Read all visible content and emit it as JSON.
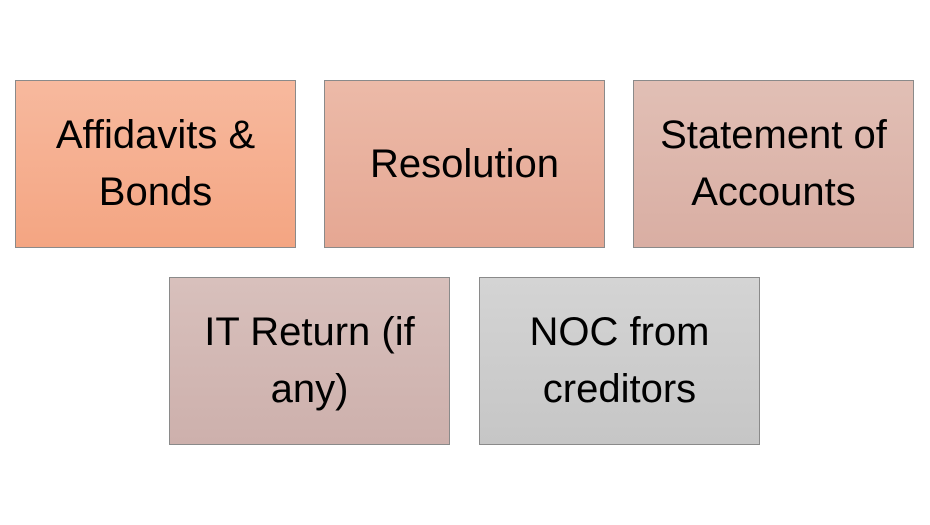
{
  "boxes": [
    {
      "label": "Affidavits & Bonds",
      "color_top": "#f7b99e",
      "color_bottom": "#f4a582"
    },
    {
      "label": "Resolution",
      "color_top": "#ecbaa8",
      "color_bottom": "#e5a793"
    },
    {
      "label": "Statement of Accounts",
      "color_top": "#e1bfb5",
      "color_bottom": "#d9aea3"
    },
    {
      "label": "IT Return (if any)",
      "color_top": "#d8c0bc",
      "color_bottom": "#cdb0ac"
    },
    {
      "label": "NOC from creditors",
      "color_top": "#d4d4d4",
      "color_bottom": "#c6c6c6"
    }
  ]
}
